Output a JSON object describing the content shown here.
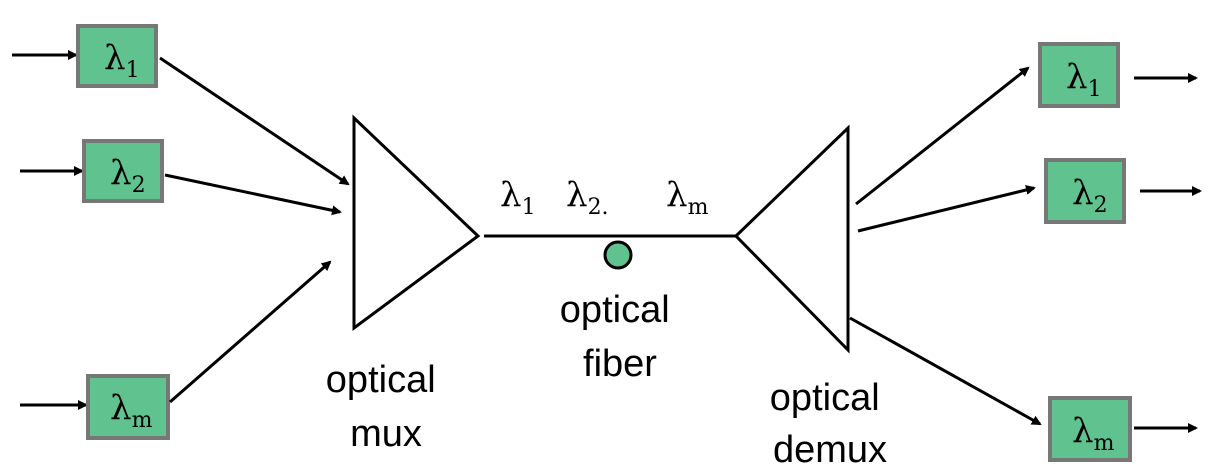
{
  "diagram": {
    "inputs": [
      {
        "symbol": "λ",
        "sub": "1"
      },
      {
        "symbol": "λ",
        "sub": "2"
      },
      {
        "symbol": "λ",
        "sub": "m"
      }
    ],
    "outputs": [
      {
        "symbol": "λ",
        "sub": "1"
      },
      {
        "symbol": "λ",
        "sub": "2"
      },
      {
        "symbol": "λ",
        "sub": "m"
      }
    ],
    "fiber_labels": [
      {
        "symbol": "λ",
        "sub": "1"
      },
      {
        "symbol": "λ",
        "sub": "2."
      },
      {
        "symbol": "λ",
        "sub": "m"
      }
    ],
    "mux_label": [
      "optical",
      "mux"
    ],
    "fiber_label": [
      "optical",
      "fiber"
    ],
    "demux_label": [
      "optical",
      "demux"
    ],
    "colors": {
      "box_fill": "#5fc28f",
      "box_border": "#777777",
      "line": "#000000"
    }
  }
}
